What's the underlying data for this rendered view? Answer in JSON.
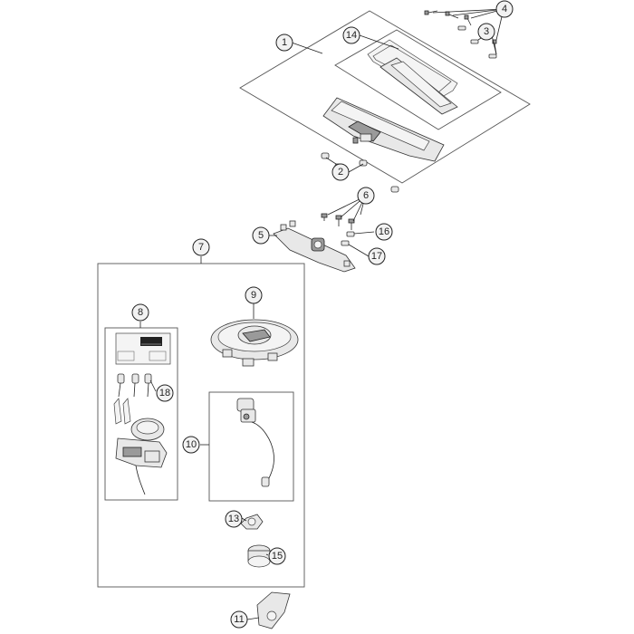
{
  "diagram": {
    "callouts": {
      "c1": "1",
      "c2": "2",
      "c3": "3",
      "c4": "4",
      "c5": "5",
      "c6": "6",
      "c7": "7",
      "c8": "8",
      "c9": "9",
      "c10": "10",
      "c11": "11",
      "c13": "13",
      "c14": "14",
      "c15": "15",
      "c16": "16",
      "c17": "17",
      "c18": "18"
    },
    "colors": {
      "line": "#222222",
      "callout_fill": "#f2f2f2",
      "frame": "#555555",
      "part_fill": "#e8e8e8"
    }
  }
}
